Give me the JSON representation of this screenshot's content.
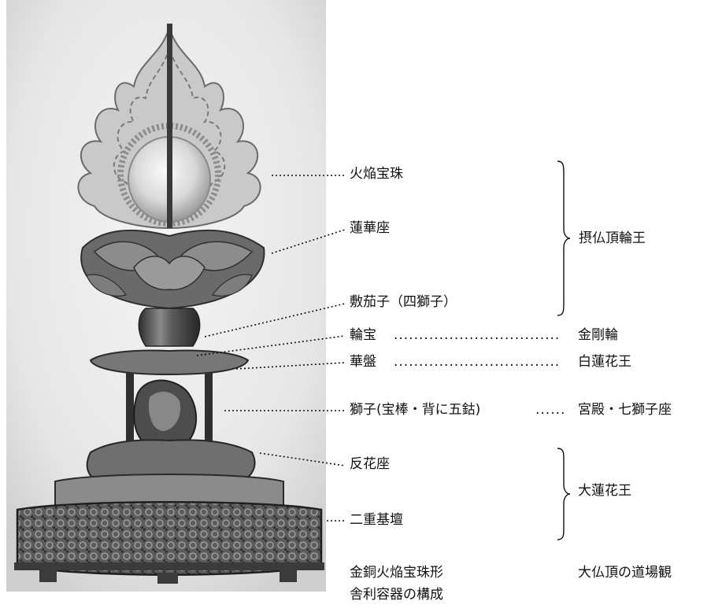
{
  "components": [
    {
      "id": "kaen-hoju",
      "label": "火焔宝珠"
    },
    {
      "id": "rengeza",
      "label": "蓮華座"
    },
    {
      "id": "shikinasu",
      "label": "敷茄子（四獅子）"
    },
    {
      "id": "rinpo",
      "label": "輪宝"
    },
    {
      "id": "keban",
      "label": "華盤"
    },
    {
      "id": "shishi",
      "label": "獅子(宝棒・背に五鈷)"
    },
    {
      "id": "kaeribana",
      "label": "反花座"
    },
    {
      "id": "nijukidan",
      "label": "二重基壇"
    }
  ],
  "mandala": {
    "kongorin": "金剛輪",
    "byakurenge": "白蓮花王",
    "kyuden": "宮殿・七獅子座",
    "setsubutchorin": "摂仏頂輪王",
    "dairenge": "大蓮花王"
  },
  "captions": {
    "left_line1": "金銅火焔宝珠形",
    "left_line2": "舎利容器の構成",
    "right": "大仏頂の道場観"
  },
  "colors": {
    "text": "#111111",
    "photo_bg": "#e9e9e9",
    "metal_dark": "#3a3a3a",
    "metal_mid": "#777777",
    "metal_light": "#b5b5b5"
  }
}
